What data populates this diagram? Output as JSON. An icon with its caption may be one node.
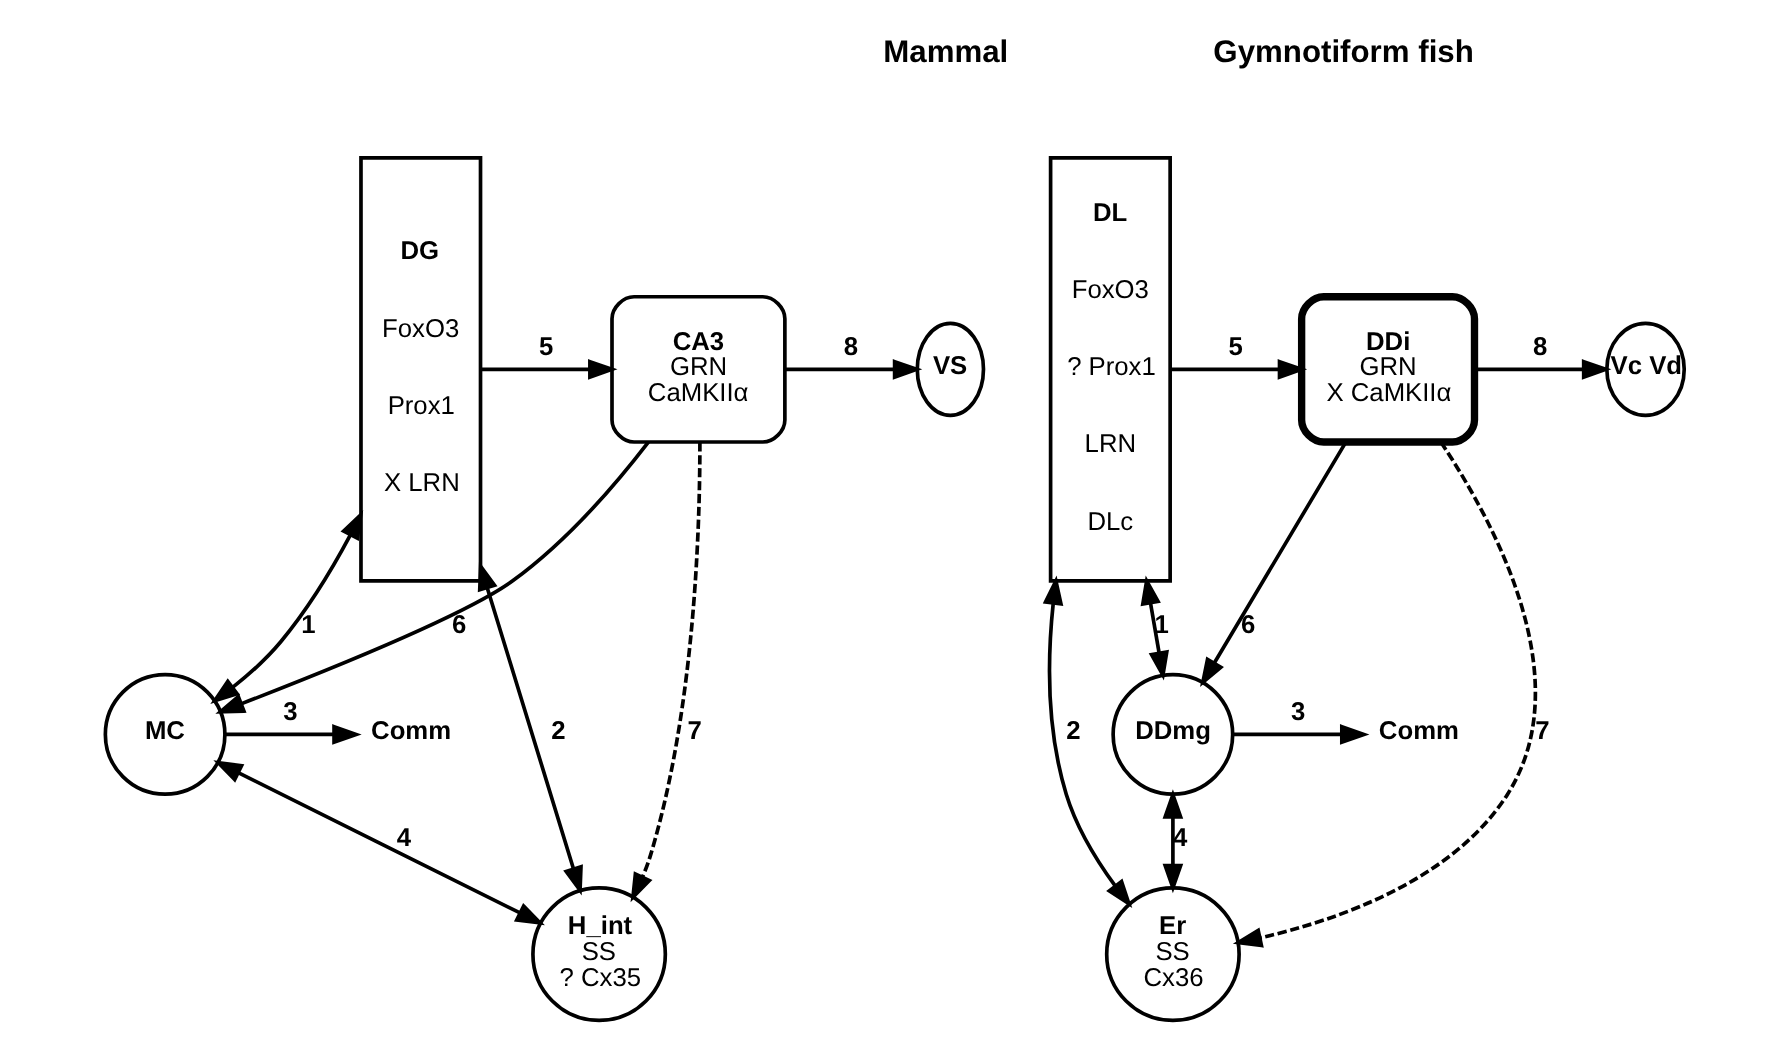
{
  "diagram": {
    "nodes": [
      {
        "text": [
          "CA3",
          "GRN",
          "CaMKIIα"
        ]
      },
      {
        "text": [
          "VS"
        ]
      },
      {
        "text": [
          "DG",
          "FoxO3",
          "Prox1",
          "X LRN"
        ]
      },
      {
        "text": [
          "MC"
        ]
      },
      {
        "text": [
          "Comm"
        ]
      },
      {
        "text": [
          "H_int",
          "SS",
          "? Cx35"
        ]
      },
      {
        "text": [
          "DL",
          "FoxO3",
          "? Prox1",
          "LRN",
          "DLc"
        ]
      },
      {
        "text": [
          "DDi",
          "GRN",
          "X CaMKIIα"
        ]
      },
      {
        "text": [
          "Vc Vd"
        ]
      },
      {
        "text": [
          "DDmg"
        ]
      },
      {
        "text": [
          "Comm"
        ]
      },
      {
        "text": [
          "Er",
          "SS",
          "Cx36"
        ]
      }
    ],
    "edges": [
      {
        "from": 2,
        "to": 0,
        "arrow": "to",
        "label": "5"
      },
      {
        "from": 0,
        "to": 1,
        "arrow": "to",
        "label": "8"
      },
      {
        "from": 0,
        "to": 3,
        "arrow": "to",
        "label": "6"
      },
      {
        "from": 3,
        "to": 4,
        "arrow": "to",
        "label": "3"
      },
      {
        "from": 3,
        "to": 2,
        "arrow": "both",
        "label": "1"
      },
      {
        "from": 3,
        "to": 5,
        "arrow": "both",
        "label": "4"
      },
      {
        "from": 5,
        "to": 2,
        "arrow": "both",
        "label": "2"
      },
      {
        "from": 0,
        "to": 5,
        "arrow": "to",
        "label": "7",
        "style": "dashed"
      },
      {
        "from": 6,
        "to": 7,
        "arrow": "to",
        "label": "5"
      },
      {
        "from": 7,
        "to": 8,
        "arrow": "to",
        "label": "8"
      },
      {
        "from": 7,
        "to": 9,
        "arrow": "to",
        "label": "6"
      },
      {
        "from": 9,
        "to": 10,
        "arrow": "to",
        "label": "3"
      },
      {
        "from": 6,
        "to": 9,
        "arrow": "both",
        "label": "1"
      },
      {
        "from": 9,
        "to": 11,
        "arrow": "both",
        "label": "4"
      },
      {
        "from": 6,
        "to": 11,
        "arrow": "both",
        "label": "2"
      },
      {
        "from": 7,
        "to": 11,
        "arrow": "to",
        "label": "7",
        "style": "dashed"
      }
    ],
    "labels": [
      "Mammal",
      "Gymnotiform fish"
    ]
  }
}
